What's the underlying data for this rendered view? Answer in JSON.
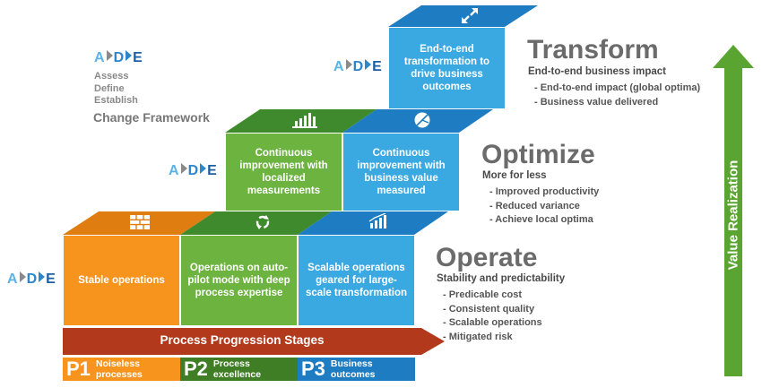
{
  "ade": {
    "a": "A",
    "d": "D",
    "e": "E"
  },
  "framework": {
    "steps": [
      "Assess",
      "Define",
      "Establish"
    ],
    "title": "Change Framework"
  },
  "boxes": {
    "stable": "Stable operations",
    "autopilot": "Operations on auto-pilot mode with deep process expertise",
    "scalable": "Scalable operations geared for large-scale transformation",
    "continuous_local": "Continuous improvement with localized measurements",
    "continuous_value": "Continuous improvement with business value measured",
    "end_to_end": "End-to-end transformation to drive business outcomes"
  },
  "transform": {
    "title": "Transform",
    "subtitle": "End-to-end business impact",
    "items": [
      "- End-to-end impact (global optima)",
      "- Business value delivered"
    ]
  },
  "optimize": {
    "title": "Optimize",
    "subtitle": "More for less",
    "items": [
      "- Improved productivity",
      "- Reduced variance",
      "- Achieve local optima"
    ]
  },
  "operate": {
    "title": "Operate",
    "subtitle": "Stability and predictability",
    "items": [
      "- Predicable cost",
      "- Consistent quality",
      "- Scalable operations",
      "- Mitigated risk"
    ]
  },
  "progression_label": "Process Progression Stages",
  "stages": [
    {
      "num": "P1",
      "line1": "Noiseless",
      "line2": "processes"
    },
    {
      "num": "P2",
      "line1": "Process",
      "line2": "excellence"
    },
    {
      "num": "P3",
      "line1": "Business",
      "line2": "outcomes"
    }
  ],
  "value_label": "Value Realization",
  "colors": {
    "orange": "#f7941d",
    "green": "#6cb33f",
    "blue": "#3aa9e2",
    "dark_green": "#3f7e25",
    "dark_blue": "#1e7cc2",
    "red_arrow": "#b2391b",
    "value_green": "#5aa531"
  }
}
